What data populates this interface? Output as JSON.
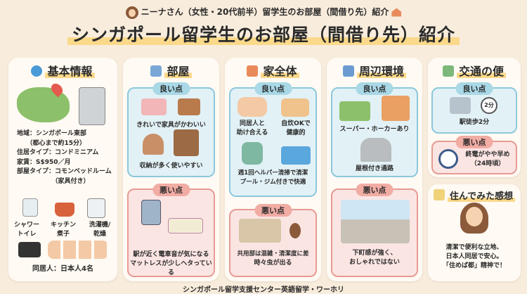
{
  "header": {
    "subtitle": "ニーナさん（女性・20代前半）留学生のお部屋（間借り先）紹介",
    "title": "シンガポール留学生のお部屋（間借り先）紹介"
  },
  "basic": {
    "heading": "基本情報",
    "lines": [
      "地域：シンガポール東部",
      "　　（都心まで約15分）",
      "住居タイプ：コンドミニアム",
      "家賃：S$950／月",
      "部屋タイプ：コモンベッドルーム",
      "　　　　　　（家具付き）"
    ],
    "amenities": [
      "シャワー\nトイレ",
      "キッチン\n煮子",
      "洗濯機/\n乾燥"
    ],
    "housemates": "同居人：日本人4名"
  },
  "room": {
    "heading": "部屋",
    "good_label": "良い点",
    "bad_label": "悪い点",
    "good": [
      "きれいで家具がかわいい",
      "収納が多く使いやすい"
    ],
    "bad": [
      "駅が近く電車音が気になる",
      "マットレスが少しヘタっている"
    ]
  },
  "house": {
    "heading": "家全体",
    "good_label": "良い点",
    "bad_label": "悪い点",
    "good": [
      "同居人と\n助け合える",
      "自炊OKで\n健康的",
      "週1回ヘルパー清掃で清潔",
      "プール・ジム付きで快適"
    ],
    "bad": [
      "共用部は混雑・清潔度に差",
      "時々虫が出る"
    ]
  },
  "area": {
    "heading": "周辺環境",
    "good_label": "良い点",
    "bad_label": "悪い点",
    "good": [
      "スーパー・ホーカーあり",
      "屋根付き通路"
    ],
    "bad": [
      "下町感が強く、",
      "おしゃれではない"
    ]
  },
  "transport": {
    "heading": "交通の便",
    "good_label": "良い点",
    "bad_label": "悪い点",
    "good": [
      "駅徒歩2分"
    ],
    "clock_label": "2分",
    "bad": [
      "終電がやや早め",
      "（24時頃）"
    ]
  },
  "impression": {
    "heading": "住んでみた感想",
    "lines": [
      "清潔で便利な立地、",
      "日本人同居で安心。",
      "「住めば都」精神で！"
    ]
  },
  "footer": "シンガポール留学支援センター英語留学・ワーホリ"
}
